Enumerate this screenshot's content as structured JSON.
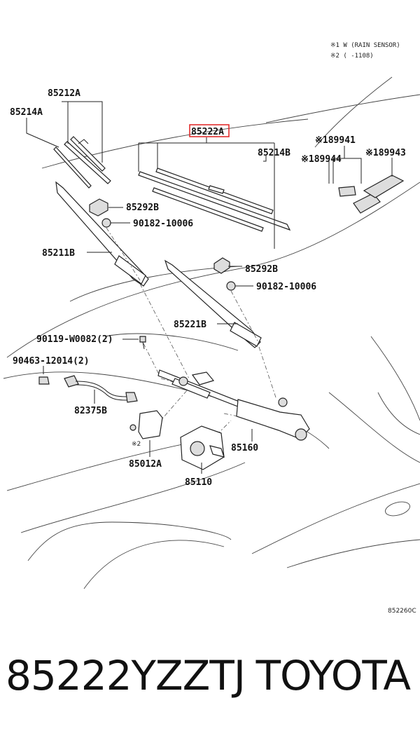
{
  "notes": {
    "note1": "※1 W (RAIN SENSOR)",
    "note2": "※2 (      -1108)"
  },
  "labels": {
    "p85212A": "85212A",
    "p85214A": "85214A",
    "p85222A": "85222A",
    "p85214B": "85214B",
    "p89941": "※189941",
    "p89944": "※189944",
    "p89943": "※189943",
    "p85292B_1": "85292B",
    "p90182_1": "90182-10006",
    "p85211B": "85211B",
    "p85292B_2": "85292B",
    "p90182_2": "90182-10006",
    "p85221B": "85221B",
    "p90119": "90119-W0082(2)",
    "p90463": "90463-12014(2)",
    "p82375B": "82375B",
    "p85012A_mark": "※2",
    "p85012A": "85012A",
    "p85160": "85160",
    "p85110": "85110"
  },
  "figure_code": "852260C",
  "footer": {
    "part_number": "85222YZZTJ",
    "brand": "TOYOTA"
  },
  "highlight_color": "#e02020"
}
